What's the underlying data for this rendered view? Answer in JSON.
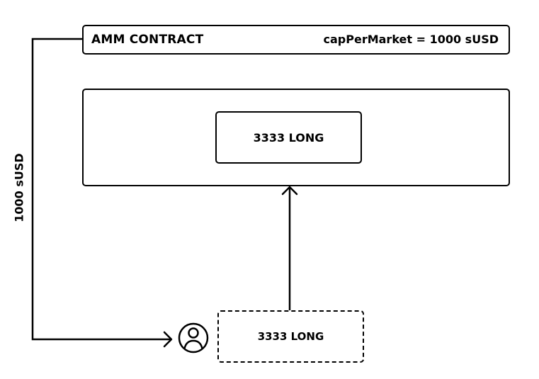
{
  "amm_contract": {
    "title": "AMM CONTRACT",
    "cap_label": "capPerMarket = 1000 sUSD"
  },
  "market": {
    "position_label": "3333 LONG"
  },
  "user": {
    "position_label": "3333 LONG",
    "icon": "user-icon"
  },
  "flow": {
    "payment_label": "1000 sUSD"
  },
  "colors": {
    "stroke": "#000000",
    "background": "#ffffff"
  }
}
